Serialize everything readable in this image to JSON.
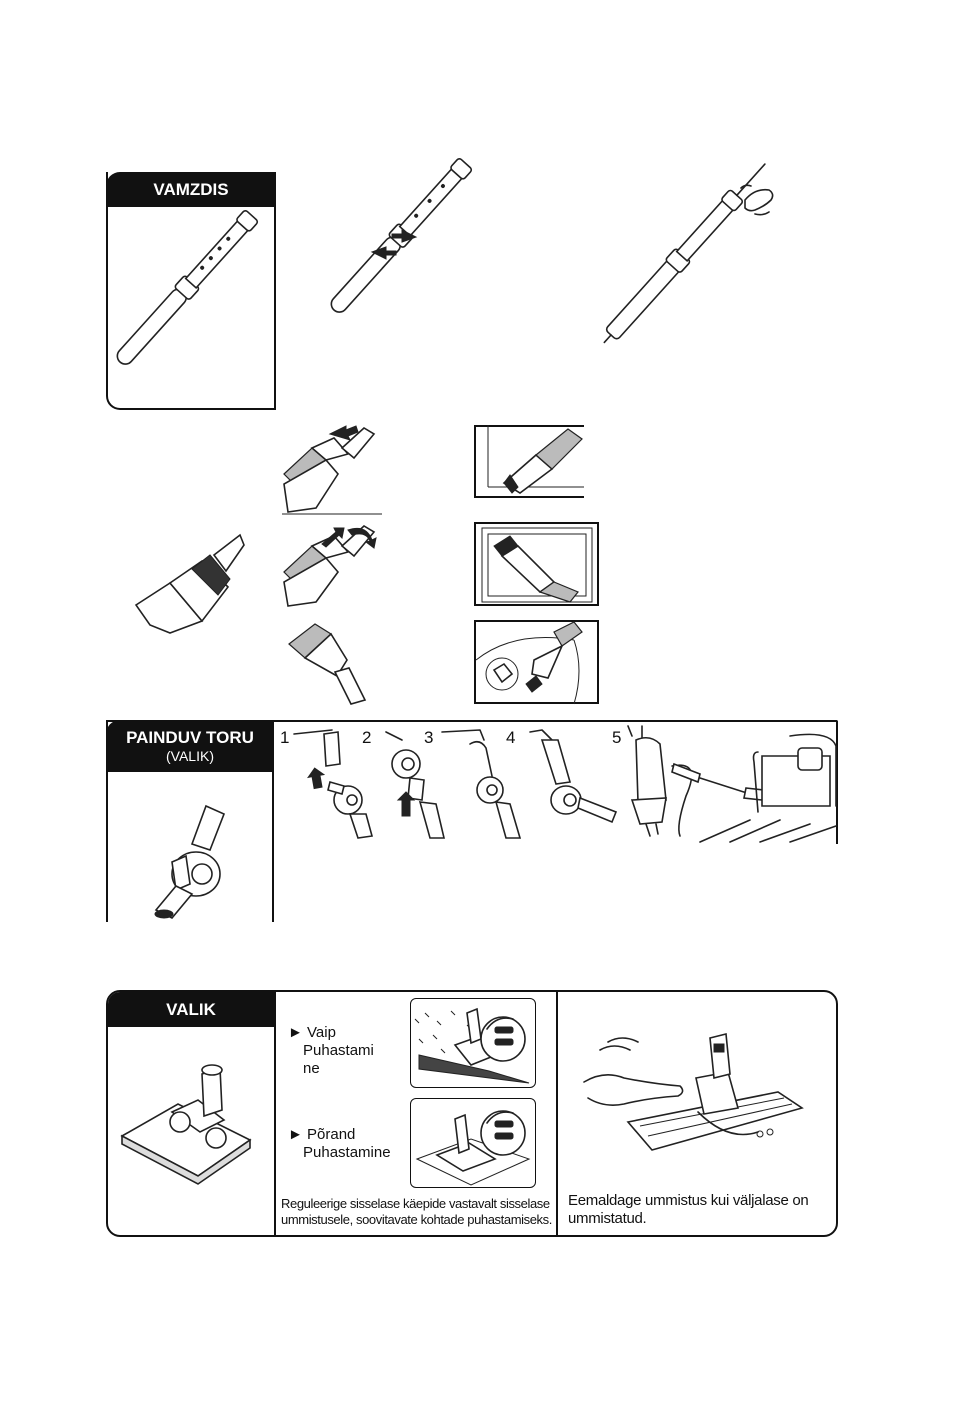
{
  "sections": {
    "pipe": {
      "label": "VAMZDIS"
    },
    "flex_hose": {
      "label_line1": "PAINDUV TORU",
      "label_line2": "(VALIK)",
      "steps": [
        "1",
        "2",
        "3",
        "4",
        "5"
      ]
    },
    "nozzle": {
      "label": "VALIK",
      "carpet": {
        "arrow": "►",
        "line1": "Vaip",
        "line2": "Puhastami",
        "line3": "ne"
      },
      "floor": {
        "arrow": "►",
        "line1": "Põrand",
        "line2": "Puhastamine"
      },
      "adjust_note_line1": "Reguleerige sisselase käepide vastavalt sisselase",
      "adjust_note_line2": "ummistusele, soovitavate kohtade puhastamiseks.",
      "clog_note_line1": "Eemaldage ummistus kui väljalase on",
      "clog_note_line2": "ummistatud."
    }
  }
}
